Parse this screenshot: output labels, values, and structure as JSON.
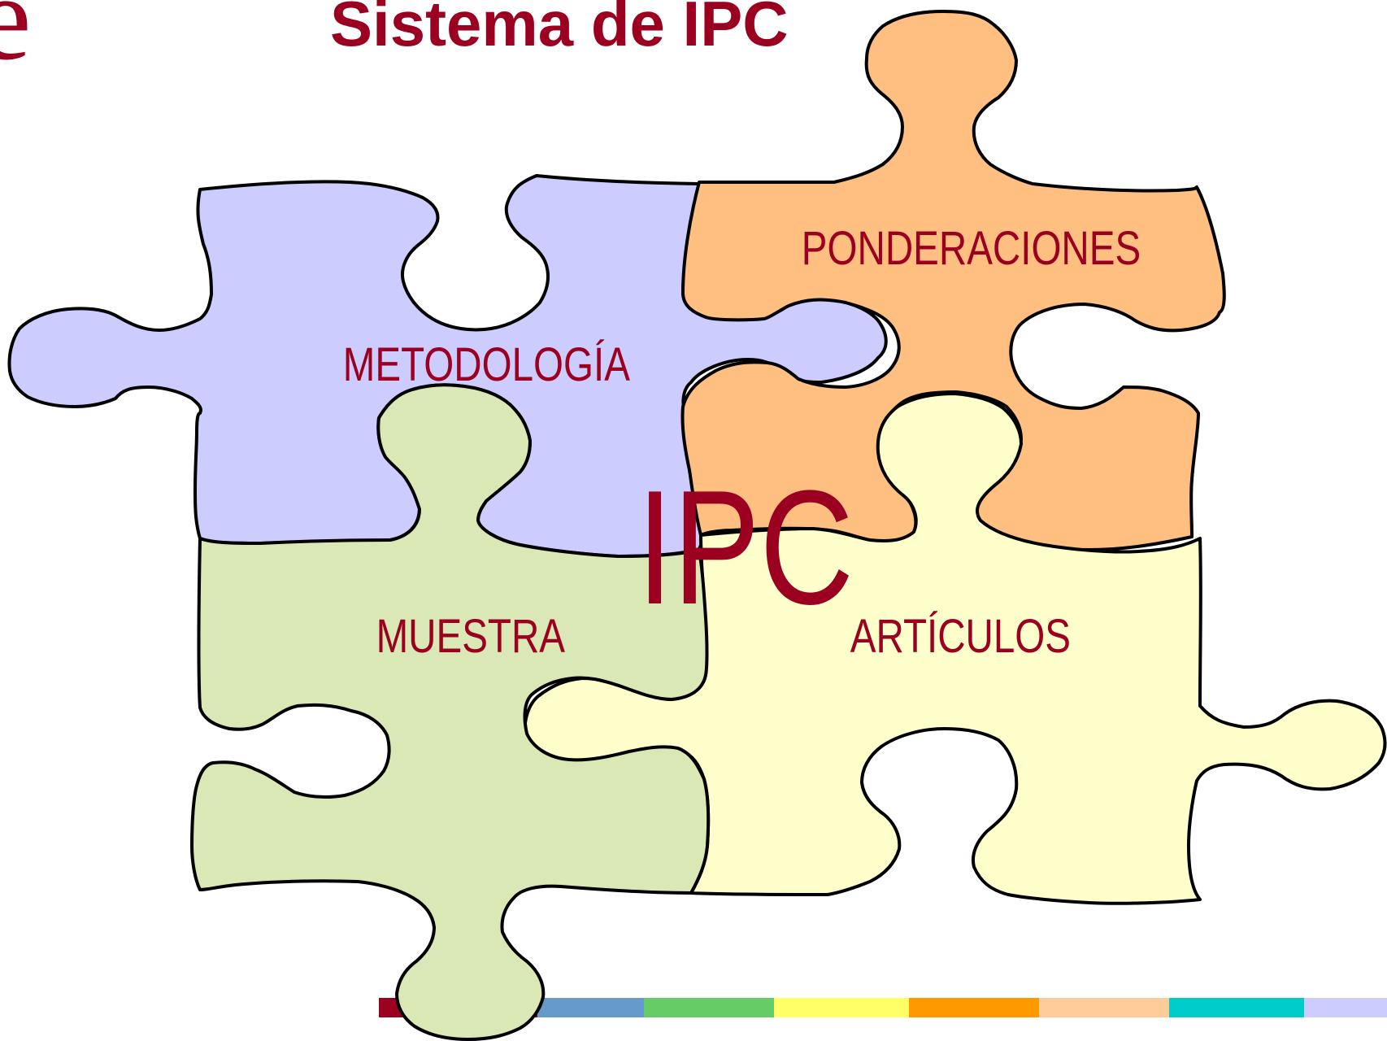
{
  "header": {
    "brand_letter": "e",
    "title": "Sistema de IPC"
  },
  "diagram": {
    "center_label": "IPC",
    "pieces": [
      {
        "id": "metodologia",
        "label": "METODOLOGÍA",
        "color": "#ccccff"
      },
      {
        "id": "ponderaciones",
        "label": "PONDERACIONES",
        "color": "#ffbf80"
      },
      {
        "id": "muestra",
        "label": "MUESTRA",
        "color": "#d9e8b4"
      },
      {
        "id": "articulos",
        "label": "ARTÍCULOS",
        "color": "#ffffcc"
      }
    ]
  },
  "footer_strip": {
    "colors": [
      "#9b0020",
      "#6699cc",
      "#66cc66",
      "#ffff66",
      "#ff9900",
      "#ffcc99",
      "#00cccc",
      "#ccccff"
    ]
  }
}
